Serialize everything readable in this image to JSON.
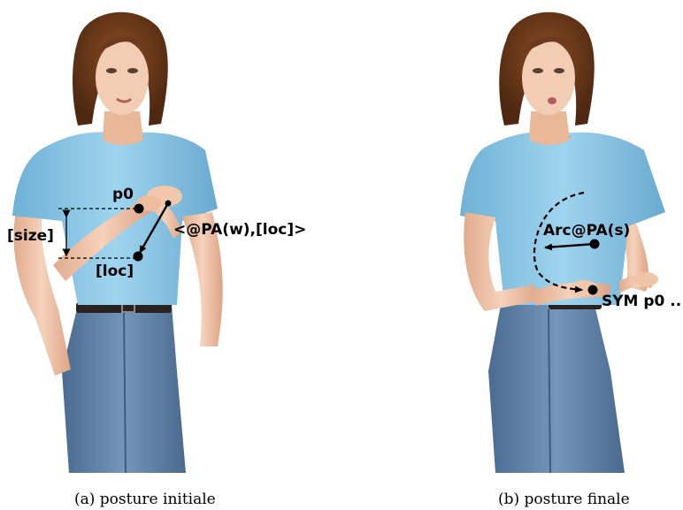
{
  "panels": [
    {
      "caption": "(a) posture initiale",
      "labels": {
        "p0": "p0",
        "size": "[size]",
        "loc": "[loc]",
        "move": "<@PA(w),[loc]>"
      }
    },
    {
      "caption": "(b) posture finale",
      "labels": {
        "arc": "Arc@PA(s)",
        "sym": "SYM p0 ..."
      }
    }
  ],
  "colors": {
    "shirt": "#8fc9e6",
    "shirt_shadow": "#5fa2c8",
    "skin": "#f0c4a8",
    "hair": "#6b3a1c",
    "jeans": "#5d7ea3",
    "annotation": "#000000"
  }
}
